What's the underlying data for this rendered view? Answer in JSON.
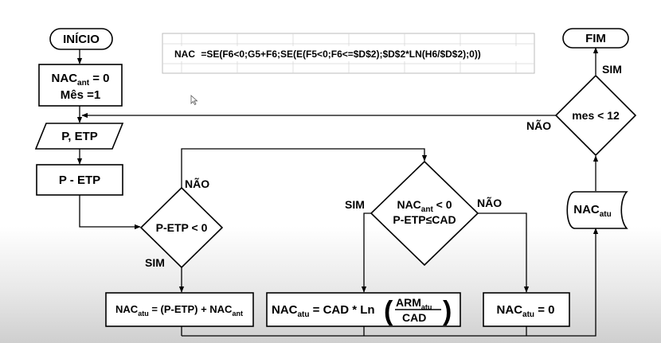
{
  "start": "INÍCIO",
  "end": "FIM",
  "init": {
    "line1": {
      "main": "NAC",
      "sub": "ant",
      "rest": " = 0"
    },
    "line2": "Mês =1"
  },
  "input": "P, ETP",
  "diff": "P - ETP",
  "decision1": {
    "text": "P-ETP < 0",
    "no": "NÃO",
    "yes": "SIM"
  },
  "decision2": {
    "line1": {
      "main": "NAC",
      "sub": "ant",
      "rest": " < 0"
    },
    "line2": "P-ETP≤CAD",
    "yes": "SIM",
    "no": "NÃO"
  },
  "decision3": {
    "text": "mes < 12",
    "yes": "SIM",
    "no": "NÃO"
  },
  "process1": {
    "main": "NAC",
    "sub": "atu",
    "mid": " = (P-ETP) + NAC",
    "sub2": "ant"
  },
  "process2": {
    "main": "NAC",
    "sub": "atu",
    "mid": " = CAD * Ln",
    "num": "ARM",
    "numsub": "atu",
    "den": "CAD"
  },
  "process3": {
    "main": "NAC",
    "sub": "atu",
    "rest": " = 0"
  },
  "storage": {
    "main": "NAC",
    "sub": "atu"
  },
  "formula": {
    "prefix": "NAC",
    "text": "=SE(F6<0;G5+F6;SE(E(F5<0;F6<=$D$2);$D$2*LN(H6/$D$2);0))"
  },
  "colors": {
    "line": "#000000",
    "fill": "#ffffff",
    "grid": "#d8d8d8"
  },
  "icons": {
    "cursor": "mouse-pointer-icon"
  }
}
